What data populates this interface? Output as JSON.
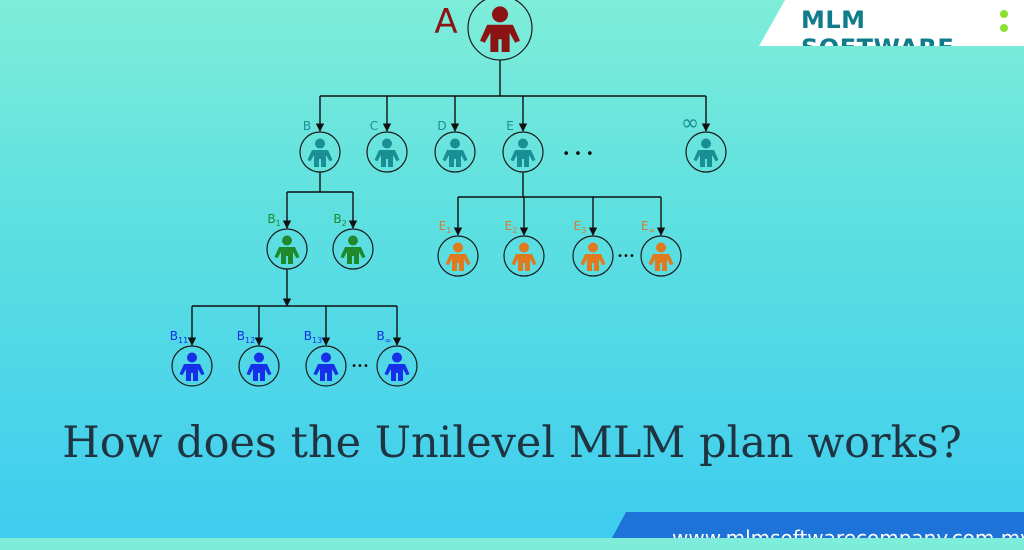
{
  "brand": {
    "name": "MLM SOFTWARE"
  },
  "title": "How does the Unilevel MLM plan works?",
  "footer": {
    "url": "www.mlmsoftwarecompany.com.my"
  },
  "diagram": {
    "root": {
      "label": "A",
      "color": "#8b1313"
    },
    "level1": {
      "color": "#1a8f93",
      "nodes": [
        {
          "id": "b",
          "label": "B"
        },
        {
          "id": "c",
          "label": "C"
        },
        {
          "id": "d",
          "label": "D"
        },
        {
          "id": "e",
          "label": "E"
        },
        {
          "id": "inf",
          "label": "∞"
        }
      ]
    },
    "b_children": {
      "color": "#1e8a2c",
      "nodes": [
        {
          "id": "b1",
          "base": "B",
          "sub": "1"
        },
        {
          "id": "b2",
          "base": "B",
          "sub": "2"
        }
      ]
    },
    "e_children": {
      "color": "#e07a1f",
      "label_color": "#d08030",
      "nodes": [
        {
          "id": "e1",
          "base": "E",
          "sub": "1"
        },
        {
          "id": "e2",
          "base": "E",
          "sub": "2"
        },
        {
          "id": "e3",
          "base": "E",
          "sub": "3"
        },
        {
          "id": "einf",
          "base": "E",
          "sub": "∞"
        }
      ]
    },
    "b1_children": {
      "color": "#1530e8",
      "nodes": [
        {
          "id": "b11",
          "base": "B",
          "sub": "11"
        },
        {
          "id": "b12",
          "base": "B",
          "sub": "12"
        },
        {
          "id": "b13",
          "base": "B",
          "sub": "13"
        },
        {
          "id": "binf",
          "base": "B",
          "sub": "∞"
        }
      ]
    },
    "ellipsis": "• • •",
    "small_ellipsis": "•••"
  }
}
